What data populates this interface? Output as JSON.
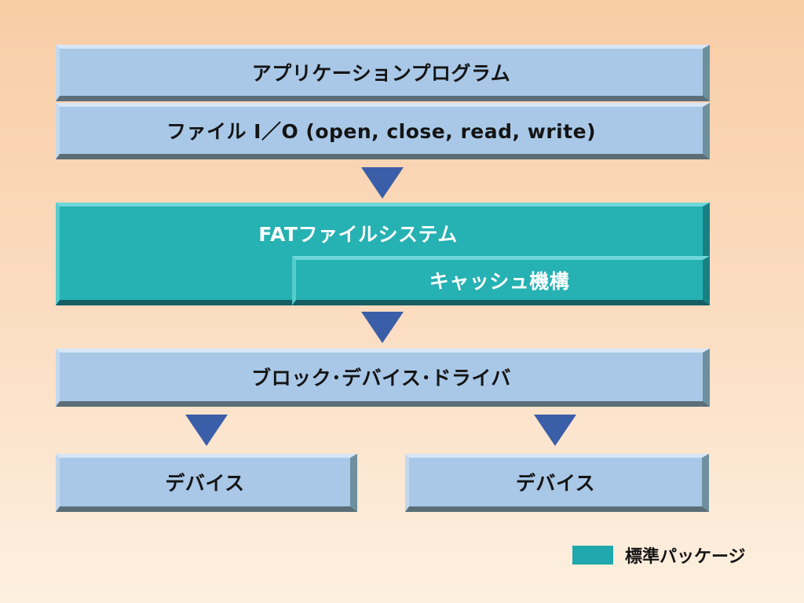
{
  "layers": {
    "application": "アプリケーションプログラム",
    "file_io": "ファイル I／O (open, close, read, write)",
    "fat_filesystem": "FATファイルシステム",
    "cache": "キャッシュ機構",
    "block_driver": "ブロック･デバイス･ドライバ",
    "device_left": "デバイス",
    "device_right": "デバイス"
  },
  "legend": {
    "label": "標準パッケージ",
    "color": "#1fa8ad"
  },
  "colors": {
    "box_fill": "#a9c8e7",
    "package_fill": "#26b1b3",
    "arrow": "#3a5ea8"
  }
}
